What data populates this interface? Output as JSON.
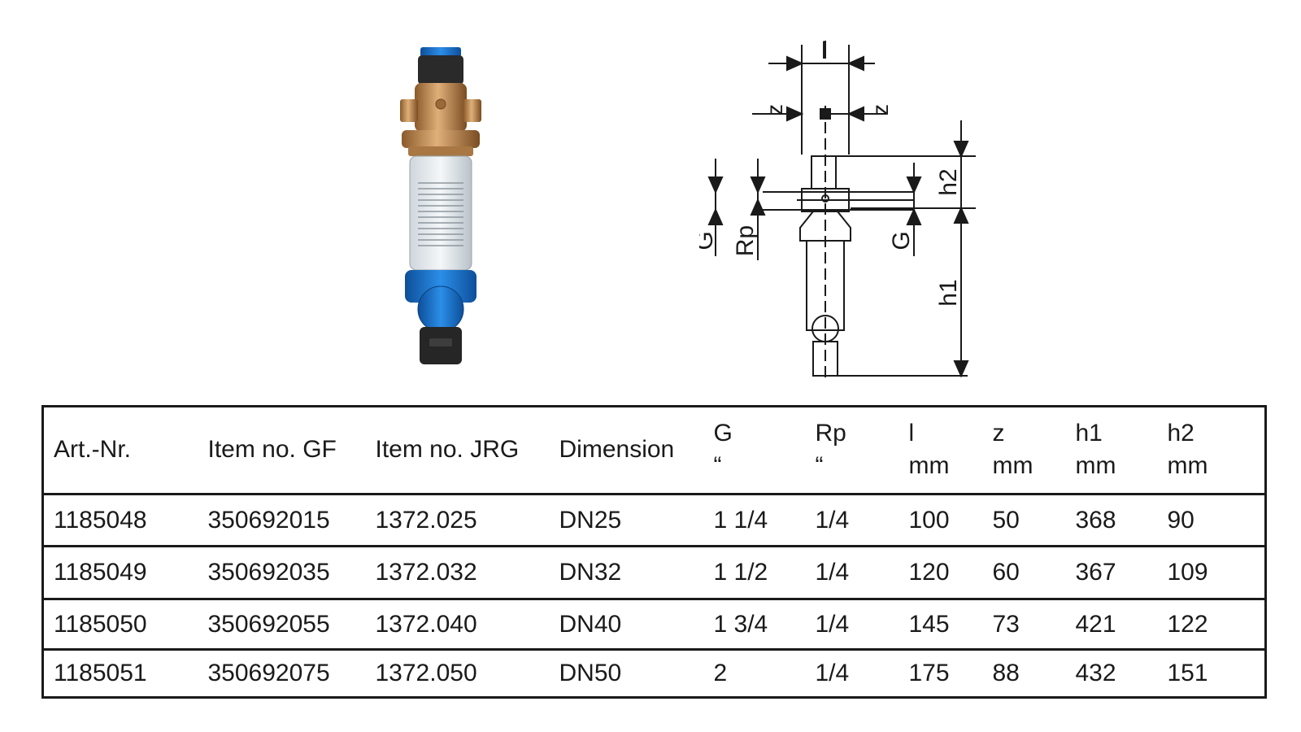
{
  "drawing_labels": {
    "l": "l",
    "z_left": "z",
    "z_right": "z",
    "h2": "h2",
    "h1": "h1",
    "g_left": "G",
    "rp": "Rp",
    "g_right": "G"
  },
  "table": {
    "headers": [
      {
        "line1": "Art.-Nr.",
        "line2": ""
      },
      {
        "line1": "Item no. GF",
        "line2": ""
      },
      {
        "line1": "Item no. JRG",
        "line2": ""
      },
      {
        "line1": "Dimension",
        "line2": ""
      },
      {
        "line1": "G",
        "line2": "“"
      },
      {
        "line1": "Rp",
        "line2": "“"
      },
      {
        "line1": "l",
        "line2": "mm"
      },
      {
        "line1": "z",
        "line2": "mm"
      },
      {
        "line1": "h1",
        "line2": "mm"
      },
      {
        "line1": "h2",
        "line2": "mm"
      }
    ],
    "rows": [
      [
        "1185048",
        "350692015",
        "1372.025",
        "DN25",
        "1 1/4",
        "1/4",
        "100",
        "50",
        "368",
        "90"
      ],
      [
        "1185049",
        "350692035",
        "1372.032",
        "DN32",
        "1 1/2",
        "1/4",
        "120",
        "60",
        "367",
        "109"
      ],
      [
        "1185050",
        "350692055",
        "1372.040",
        "DN40",
        "1 3/4",
        "1/4",
        "145",
        "73",
        "421",
        "122"
      ],
      [
        "1185051",
        "350692075",
        "1372.050",
        "DN50",
        "2",
        "1/4",
        "175",
        "88",
        "432",
        "151"
      ]
    ]
  },
  "colors": {
    "brass": "#c8925a",
    "blue": "#1f7ad6",
    "cap": "#2b2b2b",
    "line": "#1a1a1a"
  }
}
